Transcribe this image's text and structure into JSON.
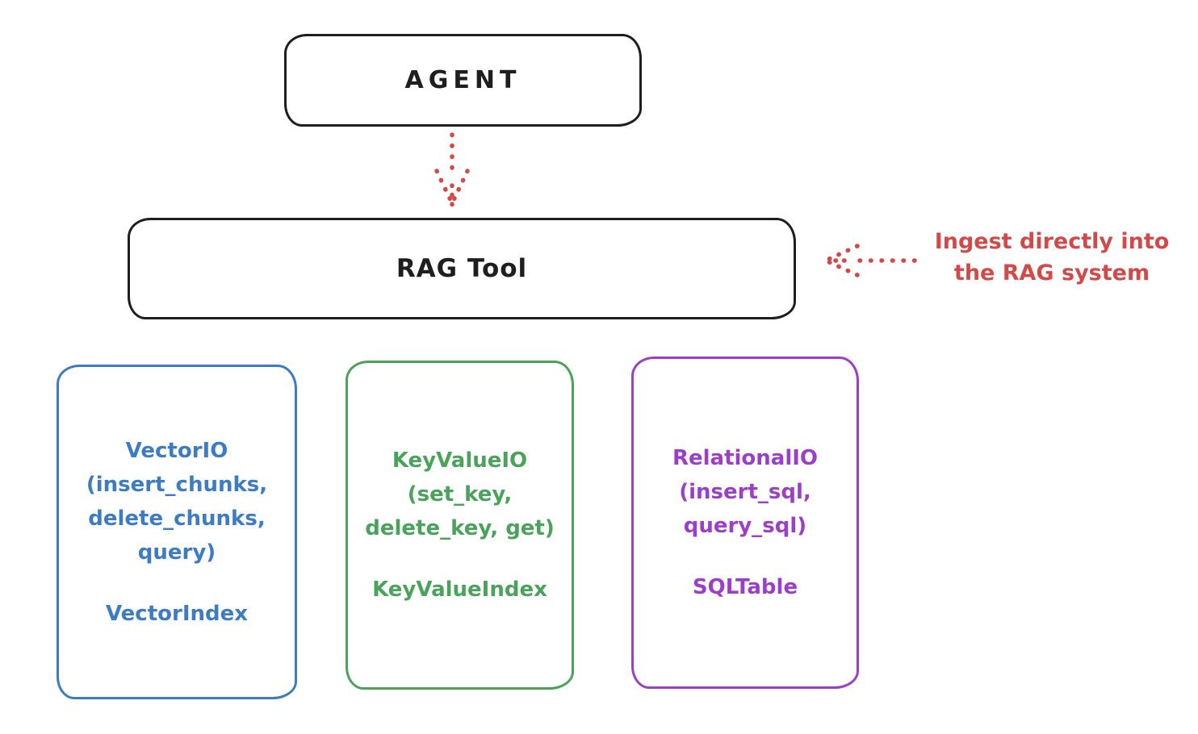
{
  "colors": {
    "ink": "#1e1e1e",
    "red": "#d14a4a",
    "blue": "#3d7cc2",
    "green": "#4ba25a",
    "purple": "#9b3fcb",
    "background": "#ffffff"
  },
  "agent_box": {
    "label": "AGENT"
  },
  "rag_tool_box": {
    "label": "RAG Tool"
  },
  "annotation": {
    "line1": "Ingest directly into",
    "line2": "the RAG system"
  },
  "io_boxes": [
    {
      "id": "vector",
      "color": "#3d7cc2",
      "lines": [
        "VectorIO",
        "(insert_chunks,",
        "delete_chunks,",
        "query)"
      ],
      "footer": "VectorIndex"
    },
    {
      "id": "keyvalue",
      "color": "#4ba25a",
      "lines": [
        "KeyValueIO",
        "(set_key,",
        "delete_key, get)"
      ],
      "footer": "KeyValueIndex"
    },
    {
      "id": "relational",
      "color": "#9b3fcb",
      "lines": [
        "RelationalIO",
        "(insert_sql,",
        "query_sql)"
      ],
      "footer": "SQLTable"
    }
  ]
}
